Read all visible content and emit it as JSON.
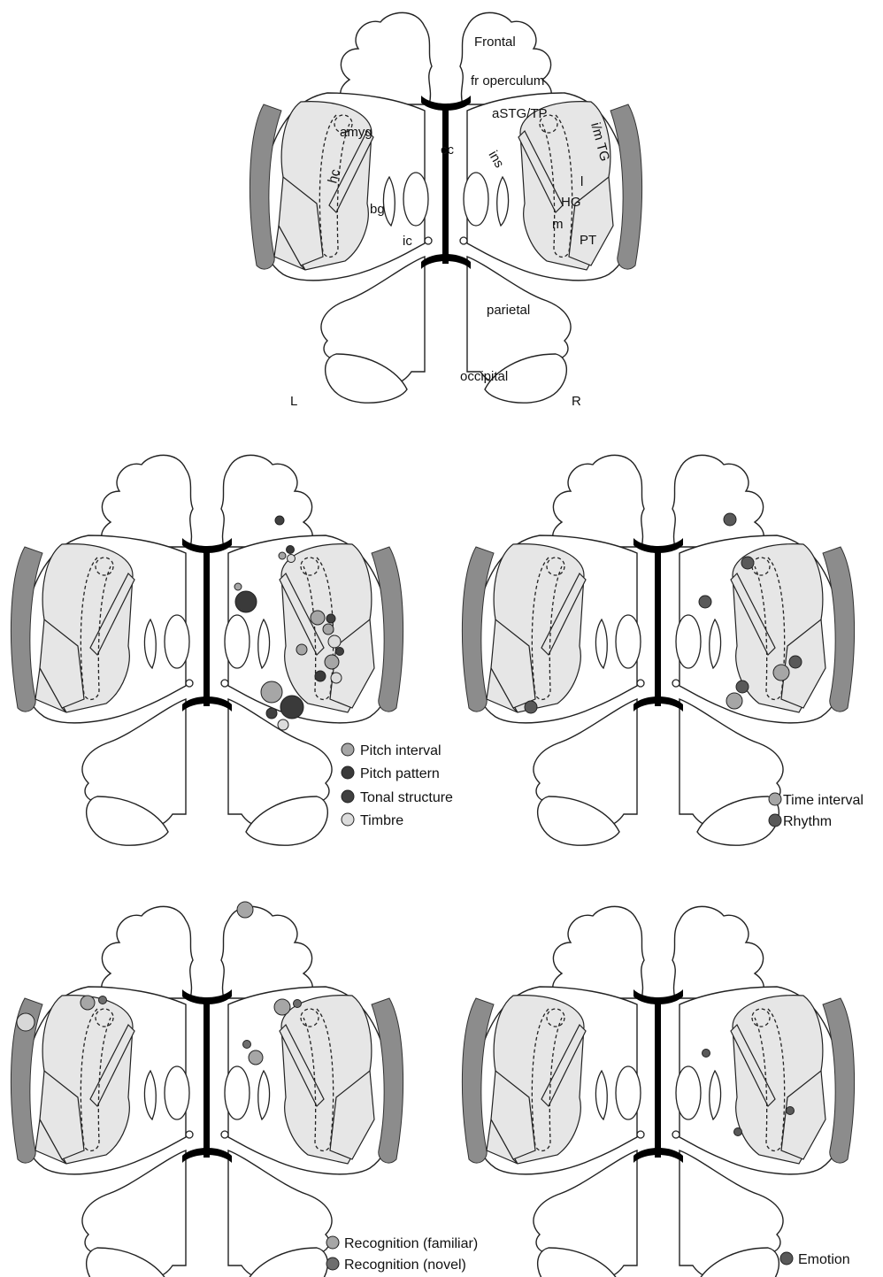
{
  "colors": {
    "pitch_interval": "#a6a6a6",
    "pitch_pattern": "#3a3a3a",
    "tonal_structure": "#404040",
    "timbre": "#dcdcdc",
    "time_interval": "#a6a6a6",
    "rhythm": "#595959",
    "recognition_familiar": "#a6a6a6",
    "recognition_novel": "#6e6e6e",
    "emotion": "#595959",
    "temporal_lobe_fill": "#e6e6e6",
    "lateral_gyrus_fill": "#8c8c8c"
  },
  "anatomy": {
    "frontal": "Frontal",
    "fr_operculum": "fr operculum",
    "astg_tp": "aSTG/TP",
    "im_tg": "i/m TG",
    "cc": "cc",
    "amyg": "amyg",
    "hc": "hc",
    "bg": "bg",
    "ins": "ins",
    "ic": "ic",
    "l_small": "l",
    "hg": "HG",
    "m": "m",
    "pt": "PT",
    "parietal": "parietal",
    "occipital": "occipital",
    "left": "L",
    "right": "R"
  },
  "legends": {
    "pitch": [
      "Pitch interval",
      "Pitch pattern",
      "Tonal structure",
      "Timbre"
    ],
    "time": [
      "Time interval",
      "Rhythm"
    ],
    "recognition": [
      "Recognition (familiar)",
      "Recognition (novel)"
    ],
    "emotion": [
      "Emotion"
    ]
  }
}
